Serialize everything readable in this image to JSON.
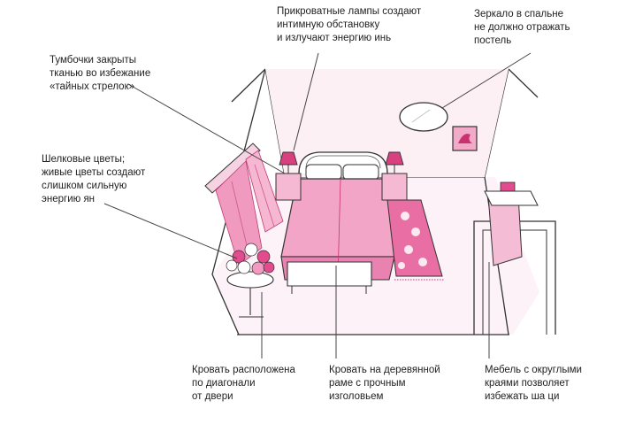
{
  "annotations": {
    "bedside_lamps": "Прикроватные лампы создают\nинтимную обстановку\nи излучают энергию инь",
    "mirror": "Зеркало в спальне\nне должно отражать\nпостель",
    "nightstands": "Тумбочки закрыты\nтканью во избежание\n«тайных стрелок»",
    "flowers": "Шелковые цветы;\nживые цветы создают\nслишком сильную\nэнергию ян",
    "bed_diagonal": "Кровать расположена\nпо диагонали\nот двери",
    "bed_frame": "Кровать на деревянной\nраме с прочным\nизголовьем",
    "furniture": "Мебель с округлыми\nкраями позволяет\nизбежать ша ци"
  },
  "colors": {
    "pink_light": "#f7c8da",
    "pink": "#ee8fb8",
    "magenta": "#d0407d",
    "line": "#333333",
    "floor": "#fdf3f7"
  }
}
